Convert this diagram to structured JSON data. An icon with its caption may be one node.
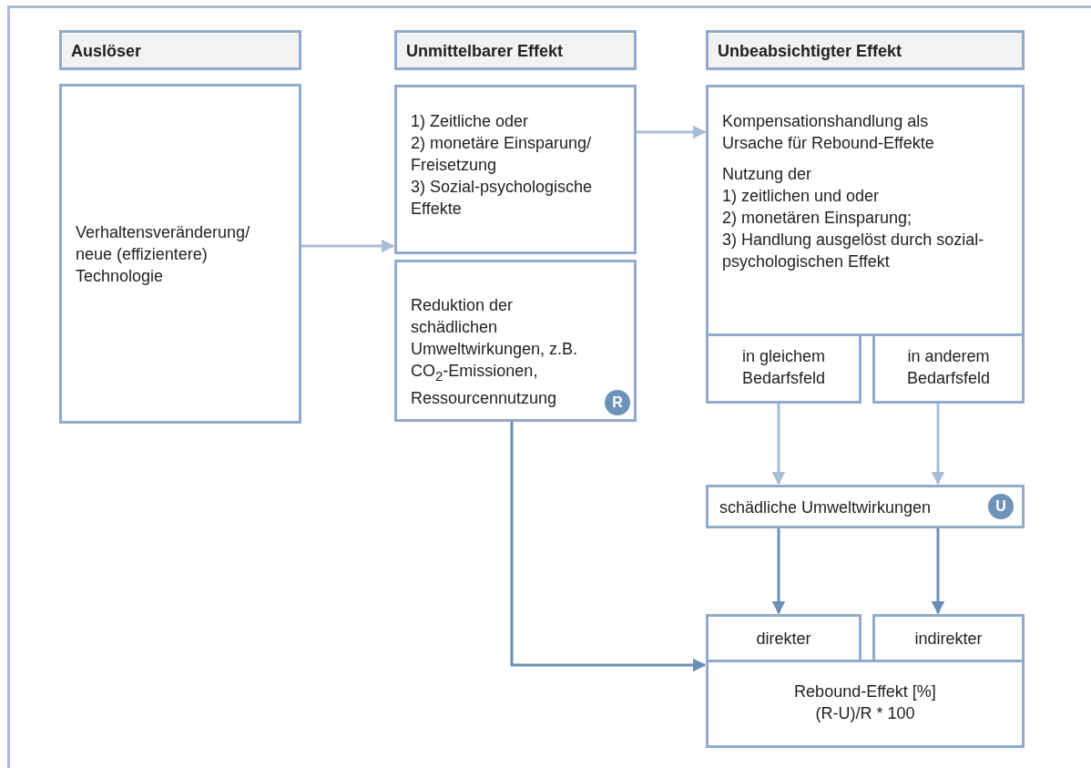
{
  "diagram": {
    "nodes": [
      {
        "text": [
          "Auslöser"
        ]
      },
      {
        "text": [
          "Verhaltensveränderung/ neue (effizientere) Technologie"
        ]
      },
      {
        "text": [
          "Unmittelbarer Effekt"
        ]
      },
      {
        "text": [
          "1) Zeitliche oder",
          "2) monetäre Einsparung/ Freisetzung",
          "3) Sozial-psychologische Effekte"
        ]
      },
      {
        "text": [
          "Reduktion der schädlichen Umweltwirkungen, z.B. CO$_{2}$-Emissionen, Ressourcennutzung"
        ]
      },
      {
        "text": [
          "R"
        ],
        "in": 4
      },
      {
        "text": [
          "Unbeabsichtigter Effekt"
        ]
      },
      {
        "text": [
          "Kompensationshandlung als Ursache für Rebound-Effekte",
          "Nutzung der",
          "1) zeitlichen und oder",
          "2) monetären Einsparung;",
          "3) Handlung ausgelöst durch sozial-psychologischen Effekt"
        ]
      },
      {
        "text": [
          "in gleichem Bedarfsfeld"
        ]
      },
      {
        "text": [
          "in anderem Bedarfsfeld"
        ]
      },
      {
        "text": [
          "schädliche Umweltwirkungen"
        ]
      },
      {
        "text": [
          "U"
        ],
        "in": 10
      },
      {
        "text": [
          "direkter"
        ]
      },
      {
        "text": [
          "indirekter"
        ]
      },
      {
        "text": [
          "Rebound-Effekt [%]",
          "(R-U)/R * 100"
        ]
      }
    ],
    "edges": [
      {
        "from": 1,
        "to": 3,
        "arrow": "to"
      },
      {
        "from": 3,
        "to": 7,
        "arrow": "to"
      },
      {
        "from": 8,
        "to": 10,
        "arrow": "to"
      },
      {
        "from": 9,
        "to": 10,
        "arrow": "to"
      },
      {
        "from": 10,
        "to": 12,
        "arrow": "to",
        "color": "#6a8fb6"
      },
      {
        "from": 10,
        "to": 13,
        "arrow": "to",
        "color": "#6a8fb6"
      },
      {
        "from": 4,
        "to": 14,
        "arrow": "to",
        "color": "#6a8fb6"
      }
    ]
  }
}
